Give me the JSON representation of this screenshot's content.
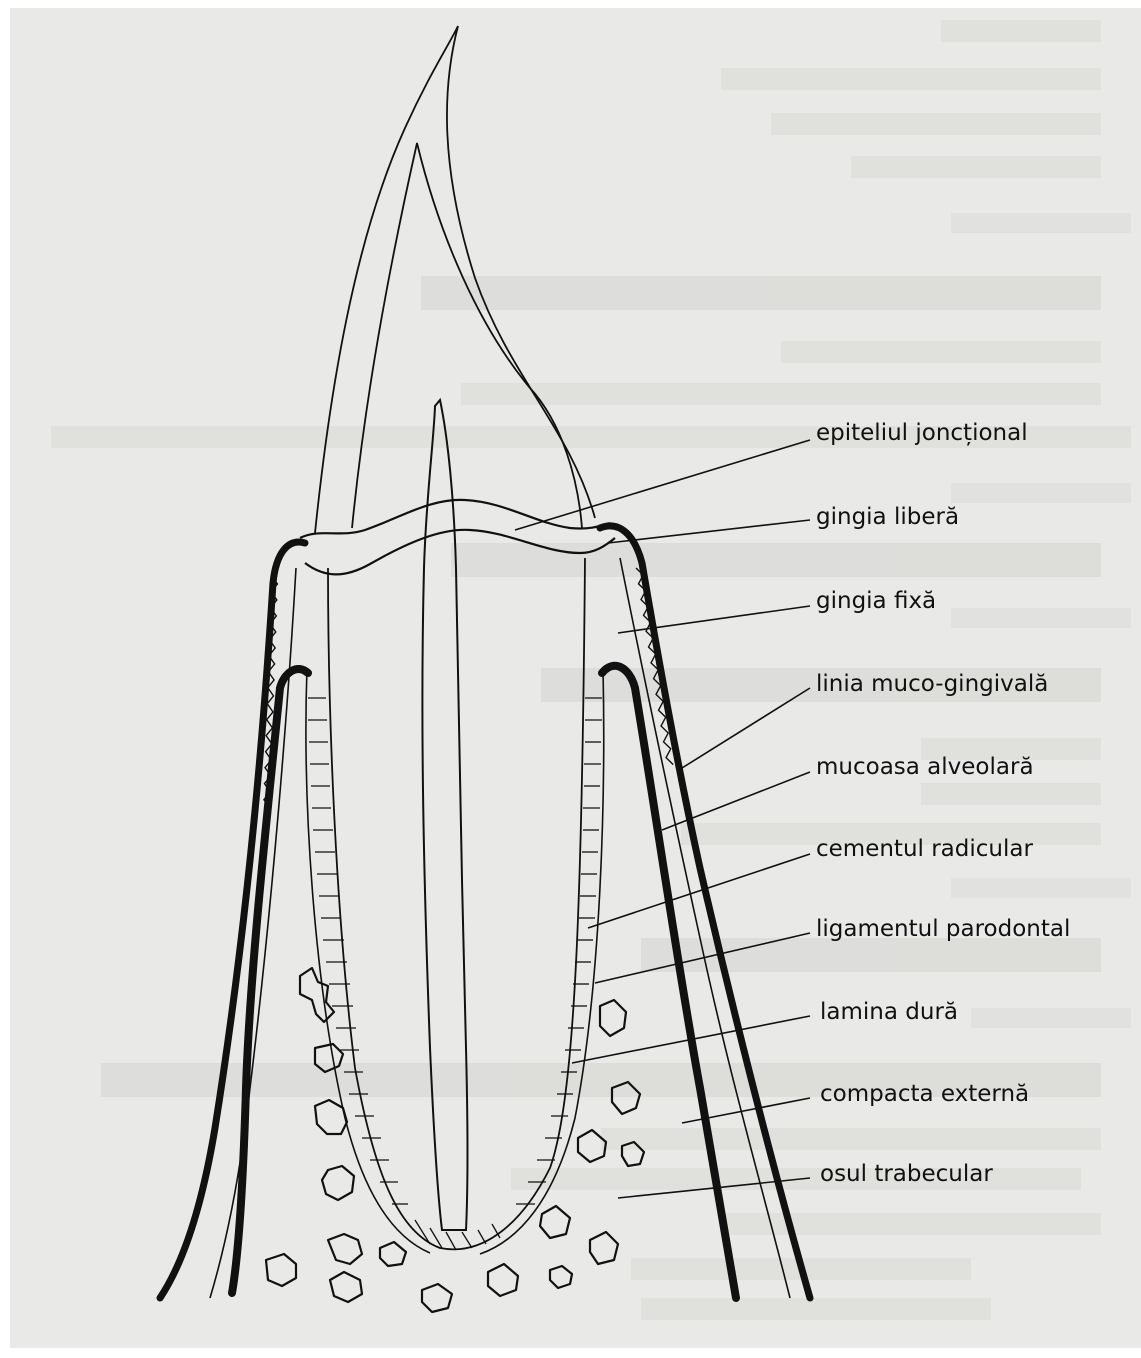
{
  "figure": {
    "labels": [
      "epiteliul joncțional",
      "gingia liberă",
      "gingia fixă",
      "linia muco-gingivală",
      "mucoasa alveolară",
      "cementul radicular",
      "ligamentul parodontal",
      "lamina dură",
      "compacta externă",
      "osul trabecular"
    ]
  },
  "colors": {
    "paper": "#e9e9e7",
    "ink": "#111111",
    "ghost_text": "#c9c9c6"
  }
}
